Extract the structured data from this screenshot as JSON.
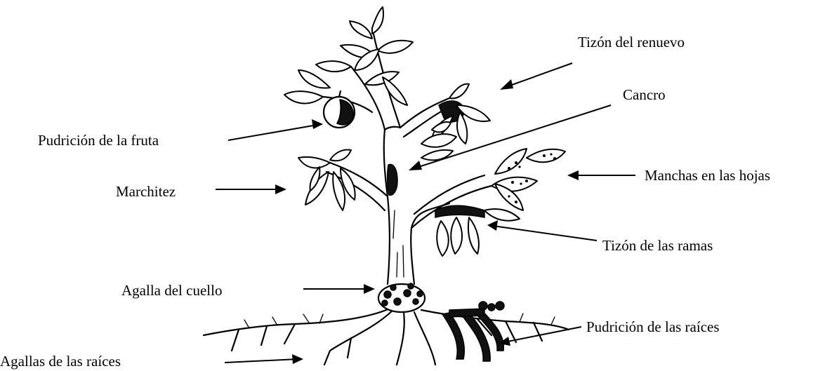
{
  "labels": {
    "tizon_renuevo": "Tizón del renuevo",
    "cancro": "Cancro",
    "pudricion_fruta": "Pudrición de la fruta",
    "manchas_hojas": "Manchas en las hojas",
    "marchitez": "Marchitez",
    "tizon_ramas": "Tizón de las ramas",
    "agalla_cuello": "Agalla del cuello",
    "pudricion_raices": "Pudrición de las raíces",
    "agallas_raices": "Agallas de las raíces"
  }
}
